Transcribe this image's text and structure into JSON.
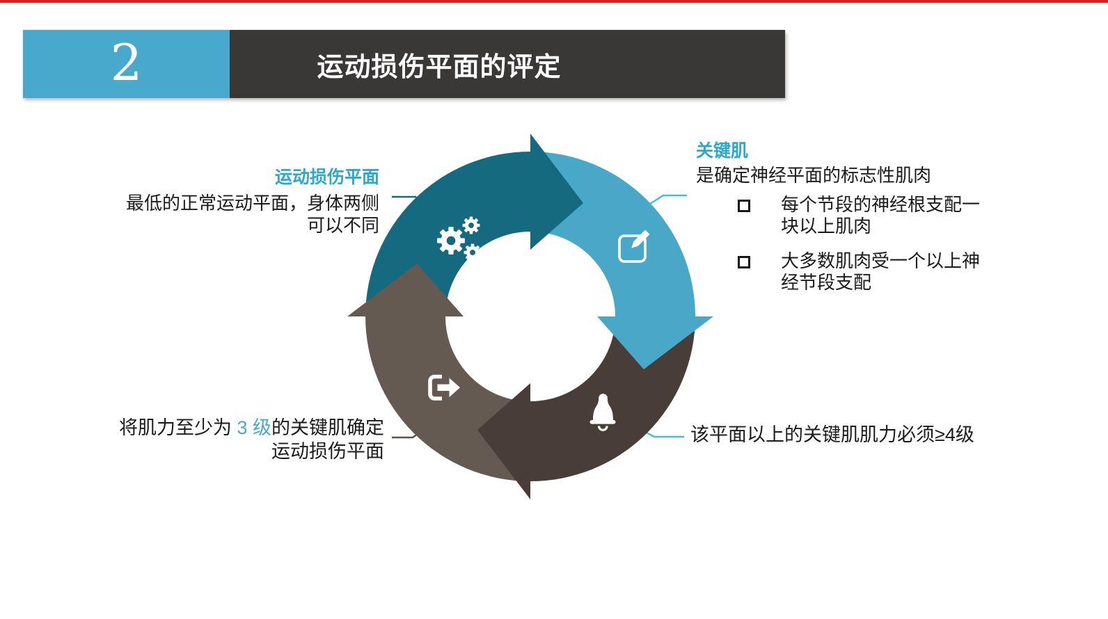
{
  "slide": {
    "top_strip_color": "#e11b22"
  },
  "header": {
    "number": "2",
    "title": "运动损伤平面的评定",
    "number_bg_color": "#49a9cc",
    "title_bg_color": "#3a3737"
  },
  "diagram": {
    "type": "cycle",
    "direction": "clockwise",
    "segments": [
      {
        "id": "top-left",
        "topic": "motor-injury-level",
        "color": "#156a80",
        "icon": "gears-icon"
      },
      {
        "id": "top-right",
        "topic": "key-muscles",
        "color": "#49a8c8",
        "icon": "edit-icon"
      },
      {
        "id": "bottom-right",
        "topic": "strength-requirement",
        "color": "#483d37",
        "icon": "bell-icon"
      },
      {
        "id": "bottom-left",
        "topic": "grade-3-determination",
        "color": "#645a52",
        "icon": "exit-icon"
      }
    ],
    "connectors": [
      {
        "id": "top-left",
        "color": "#156a80"
      },
      {
        "id": "top-right",
        "color": "#41c0cd"
      },
      {
        "id": "bottom-right",
        "color": "#41c0cd"
      },
      {
        "id": "bottom-left",
        "color": "#5d524b"
      }
    ]
  },
  "callouts": {
    "top_left": {
      "title": "运动损伤平面",
      "title_color": "#2fa7c8",
      "line1": "最低的正常运动平面，身体两侧",
      "line2": "可以不同"
    },
    "top_right": {
      "title": "关键肌",
      "title_color": "#2fa7c8",
      "subtitle": "是确定神经平面的标志性肌肉",
      "bullets": [
        "每个节段的神经根支配一块以上肌肉",
        "大多数肌肉受一个以上神经节段支配"
      ]
    },
    "bottom_right": {
      "text": "该平面以上的关键肌肌力必须≥4级"
    },
    "bottom_left": {
      "line1_prefix": "将肌力至少为 ",
      "line1_highlight": "3 级",
      "highlight_color": "#49a9c9",
      "line1_suffix": "的关键肌确定",
      "line2": "运动损伤平面"
    }
  }
}
